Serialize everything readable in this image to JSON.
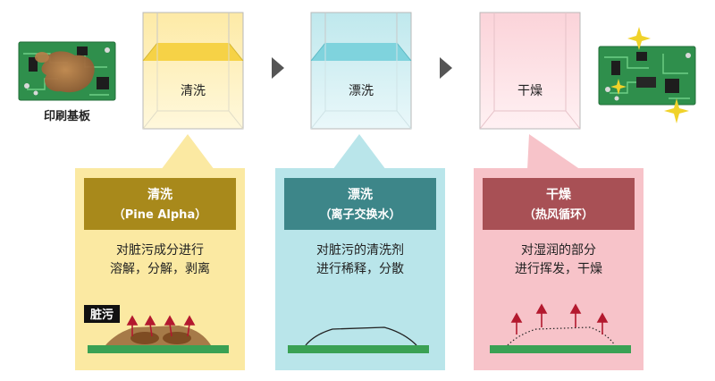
{
  "pcb_label": "印刷基板",
  "tanks": [
    {
      "label": "清洗"
    },
    {
      "label": "漂洗"
    },
    {
      "label": "干燥"
    }
  ],
  "panels": [
    {
      "title": "清洗",
      "subtitle": "（Pine Alpha）",
      "desc_line1": "对脏污成分进行",
      "desc_line2": "溶解，分解，剥离"
    },
    {
      "title": "漂洗",
      "subtitle": "（离子交换水）",
      "desc_line1": "对脏污的清洗剂",
      "desc_line2": "进行稀释，分散"
    },
    {
      "title": "干燥",
      "subtitle": "（热风循环）",
      "desc_line1": "对湿润的部分",
      "desc_line2": "进行挥发，干燥"
    }
  ],
  "dirt_label": "脏污",
  "colors": {
    "wash": "#f6d246",
    "wash_panel": "#fbe9a2",
    "wash_header": "#a8891b",
    "rinse": "#7fd3dd",
    "rinse_panel": "#b9e5ea",
    "rinse_header": "#3d8689",
    "dry": "#f6b8c0",
    "dry_panel": "#f7c3c9",
    "dry_header": "#a85055",
    "board": "#3aa154",
    "arrow_red": "#b3192e",
    "sparkle": "#f0d22a"
  }
}
